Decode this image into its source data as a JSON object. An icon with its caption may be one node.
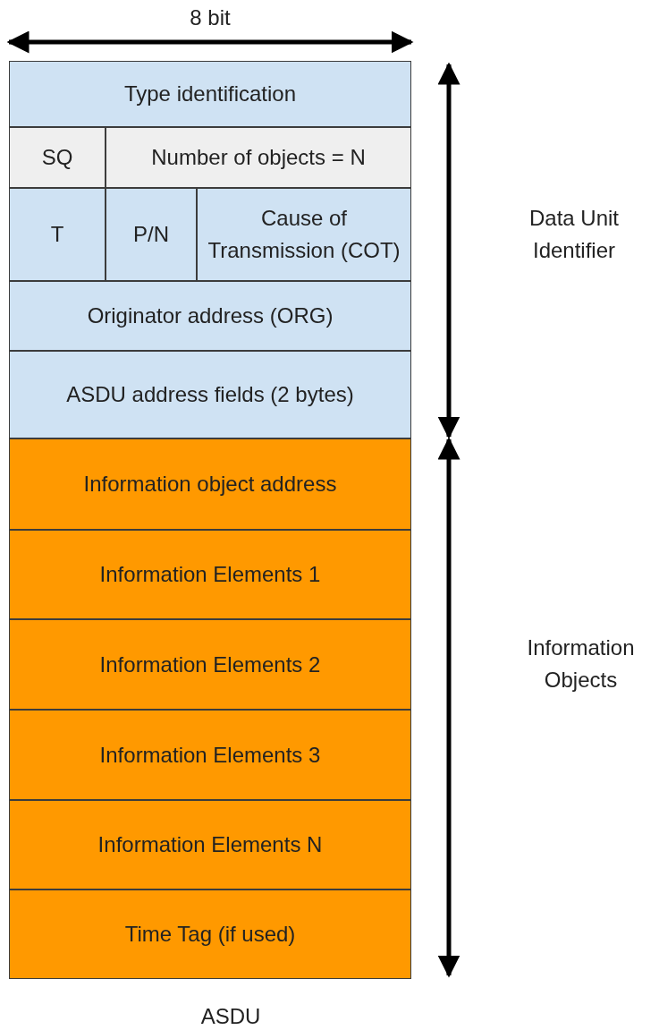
{
  "diagram": {
    "nodes": [
      {
        "text": [
          "Type identification"
        ]
      },
      {
        "text": [
          "SQ"
        ]
      },
      {
        "text": [
          "Number of objects = N"
        ]
      },
      {
        "text": [
          "T"
        ]
      },
      {
        "text": [
          "P/N"
        ]
      },
      {
        "text": [
          "Cause of Transmission (COT)"
        ]
      },
      {
        "text": [
          "Originator address (ORG)"
        ]
      },
      {
        "text": [
          "ASDU address fields (2 bytes)"
        ]
      },
      {
        "text": [
          "Information object address"
        ]
      },
      {
        "text": [
          "Information Elements 1"
        ]
      },
      {
        "text": [
          "Information Elements 2"
        ]
      },
      {
        "text": [
          "Information Elements 3"
        ]
      },
      {
        "text": [
          "Information Elements N"
        ]
      },
      {
        "text": [
          "Time Tag (if used)"
        ]
      }
    ],
    "edges": [],
    "labels": [
      "8 bit",
      "Data Unit Identifier",
      "Information Objects",
      "ASDU"
    ]
  }
}
